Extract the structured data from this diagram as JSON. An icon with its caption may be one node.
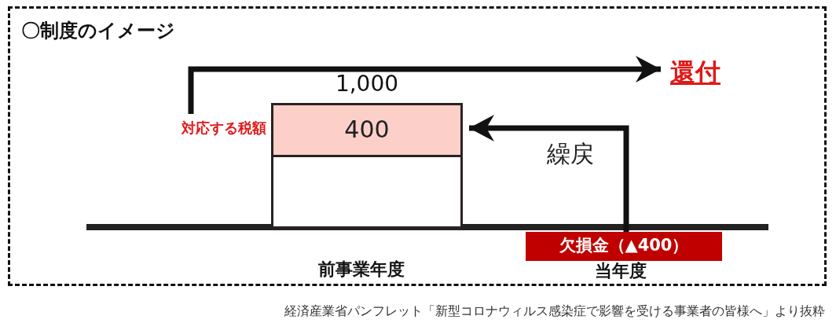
{
  "diagram": {
    "caption": "経済産業省パンフレット「新型コロナウィルス感染症で影響を受ける事業者の皆様へ」より抜粋",
    "nodes": [
      {
        "text": [
          "〇制度のイメージ"
        ]
      },
      {
        "text": [
          "400"
        ],
        "beside": [
          "1,000"
        ],
        "in": 0
      },
      {
        "text": [],
        "shape": "box",
        "in": 0
      },
      {
        "text": [
          "対応する税額"
        ],
        "in": 0
      },
      {
        "text": [
          "還付"
        ],
        "in": 0
      },
      {
        "text": [
          "欠損金（▲400）"
        ],
        "in": 0
      }
    ],
    "edges": [
      {
        "from": 3,
        "to": 4,
        "arrow": "to"
      },
      {
        "from": 5,
        "to": 1,
        "arrow": "to",
        "label": "繰戻"
      }
    ],
    "labels": [
      "前事業年度",
      "当年度"
    ]
  }
}
